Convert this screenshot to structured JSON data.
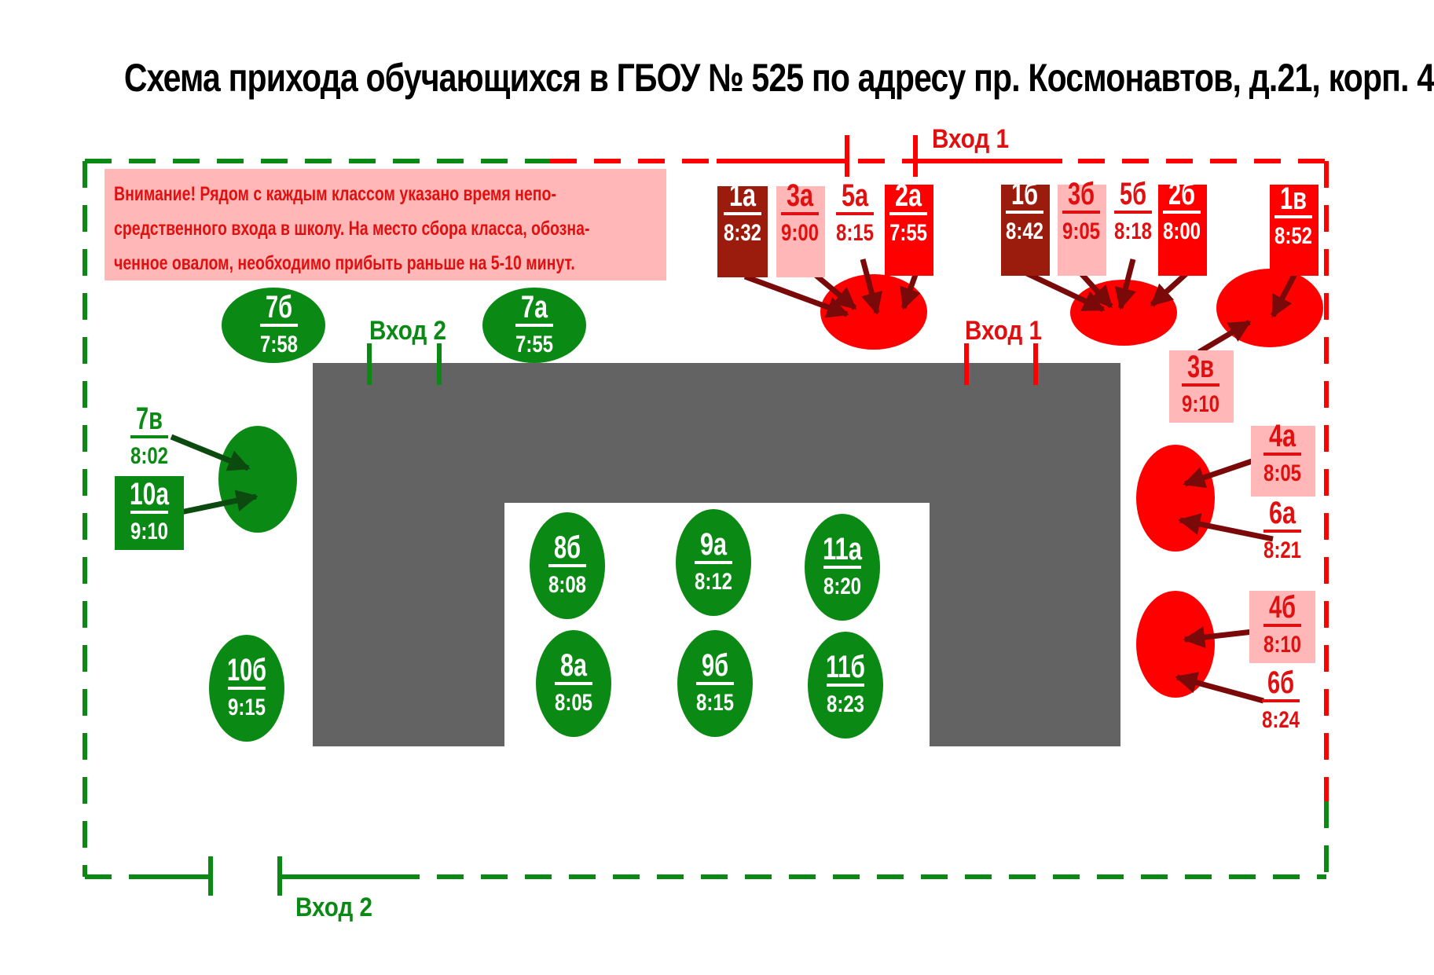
{
  "title": "Схема прихода обучающихся в ГБОУ № 525 по адресу пр. Космонавтов, д.21, корп. 4",
  "notice": {
    "lines": [
      "Внимание! Рядом с каждым классом указано время непо-",
      "средственного входа в школу. На место сбора класса, обозна-",
      "ченное овалом, необходимо прибыть раньше на 5-10 минут."
    ]
  },
  "entrances": {
    "entrance1": "Вход 1",
    "entrance2": "Вход 2"
  },
  "colors": {
    "green": "#0a8a14",
    "red": "#ff0000",
    "darkred": "#9b1c0c",
    "pink": "#ffb7b7",
    "building": "#636363",
    "arrow_green": "#0c4a10",
    "arrow_red": "#7a0a0a"
  },
  "classes": [
    {
      "id": "1a",
      "name": "1а",
      "time": "8:32"
    },
    {
      "id": "3a",
      "name": "3а",
      "time": "9:00"
    },
    {
      "id": "5a",
      "name": "5а",
      "time": "8:15"
    },
    {
      "id": "2a",
      "name": "2а",
      "time": "7:55"
    },
    {
      "id": "1b",
      "name": "1б",
      "time": "8:42"
    },
    {
      "id": "3b",
      "name": "3б",
      "time": "9:05"
    },
    {
      "id": "5b",
      "name": "5б",
      "time": "8:18"
    },
    {
      "id": "2b",
      "name": "2б",
      "time": "8:00"
    },
    {
      "id": "1v",
      "name": "1в",
      "time": "8:52"
    },
    {
      "id": "3v",
      "name": "3в",
      "time": "9:10"
    },
    {
      "id": "4a",
      "name": "4а",
      "time": "8:05"
    },
    {
      "id": "6a",
      "name": "6а",
      "time": "8:21"
    },
    {
      "id": "4b",
      "name": "4б",
      "time": "8:10"
    },
    {
      "id": "6b",
      "name": "6б",
      "time": "8:24"
    },
    {
      "id": "7b",
      "name": "7б",
      "time": "7:58"
    },
    {
      "id": "7a",
      "name": "7а",
      "time": "7:55"
    },
    {
      "id": "7v",
      "name": "7в",
      "time": "8:02"
    },
    {
      "id": "10a",
      "name": "10а",
      "time": "9:10"
    },
    {
      "id": "10b",
      "name": "10б",
      "time": "9:15"
    },
    {
      "id": "8b",
      "name": "8б",
      "time": "8:08"
    },
    {
      "id": "9a",
      "name": "9а",
      "time": "8:12"
    },
    {
      "id": "11a",
      "name": "11а",
      "time": "8:20"
    },
    {
      "id": "8a",
      "name": "8а",
      "time": "8:05"
    },
    {
      "id": "9b",
      "name": "9б",
      "time": "8:15"
    },
    {
      "id": "11b",
      "name": "11б",
      "time": "8:23"
    }
  ]
}
